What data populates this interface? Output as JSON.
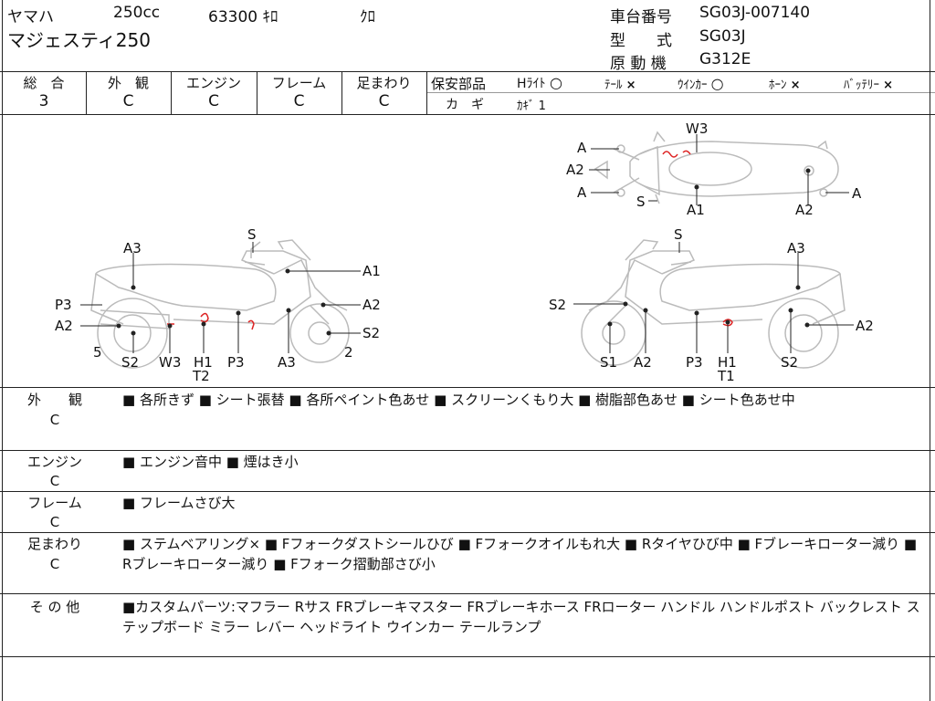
{
  "header": {
    "maker": "ヤマハ",
    "cc": "250cc",
    "mileage": "63300 ｷﾛ",
    "color": "ｸﾛ",
    "model_name": "マジェスティ250",
    "frame_no_label": "車台番号",
    "frame_no": "SG03J-007140",
    "type_label": "型　　式",
    "type": "SG03J",
    "engine_label": "原 動 機",
    "engine": "G312E"
  },
  "grades": [
    {
      "label": "総　合",
      "value": "3"
    },
    {
      "label": "外　観",
      "value": "C"
    },
    {
      "label": "エンジン",
      "value": "C"
    },
    {
      "label": "フレーム",
      "value": "C"
    },
    {
      "label": "足まわり",
      "value": "C"
    }
  ],
  "safety": {
    "label": "保安部品",
    "items": [
      {
        "name": "Hﾗｲﾄ",
        "mark": "○"
      },
      {
        "name": "ﾃｰﾙ",
        "mark": "×"
      },
      {
        "name": "ｳｲﾝｶｰ",
        "mark": "○"
      },
      {
        "name": "ﾎｰﾝ",
        "mark": "×"
      },
      {
        "name": "ﾊﾞｯﾃﾘｰ",
        "mark": "×"
      }
    ],
    "key_label": "カ　ギ",
    "key_value": "ｶｷﾞ 1"
  },
  "diagram": {
    "top_labels": {
      "w3": "W3",
      "a_tl": "A",
      "a2_l": "A2",
      "a_bl": "A",
      "s": "S",
      "a1": "A1",
      "a2_r": "A2",
      "a_r": "A"
    },
    "left_labels": {
      "s_top": "S",
      "a3": "A3",
      "a1": "A1",
      "p3_l": "P3",
      "a2_r": "A2",
      "a2_l": "A2",
      "s2_r": "S2",
      "n5": "5",
      "s2": "S2",
      "w3": "W3",
      "h1": "H1",
      "t2": "T2",
      "p3": "P3",
      "a3b": "A3",
      "n2": "2"
    },
    "right_labels": {
      "s_top": "S",
      "a3": "A3",
      "s2_l": "S2",
      "a2_r": "A2",
      "s1": "S1",
      "a2": "A2",
      "p3": "P3",
      "h1": "H1",
      "t1": "T1",
      "s2_b": "S2"
    }
  },
  "sections": [
    {
      "title": "外　　観",
      "grade": "C",
      "text": "■ 各所きず ■ シート張替 ■ 各所ペイント色あせ ■ スクリーンくもり大 ■ 樹脂部色あせ ■ シート色あせ中"
    },
    {
      "title": "エンジン",
      "grade": "C",
      "text": "■ エンジン音中 ■ 煙はき小"
    },
    {
      "title": "フレーム",
      "grade": "C",
      "text": "■ フレームさび大"
    },
    {
      "title": "足まわり",
      "grade": "C",
      "text": "■ ステムベアリング× ■ Fフォークダストシールひび ■ Fフォークオイルもれ大 ■ Rタイヤひび中 ■ Fブレーキローター減り ■ Rブレーキローター減り ■ Fフォーク摺動部さび小"
    },
    {
      "title": "そ の 他",
      "grade": "",
      "text": "■カスタムパーツ:マフラー Rサス FRブレーキマスター FRブレーキホース FRローター ハンドル ハンドルポスト バックレスト ステップボード ミラー レバー ヘッドライト ウインカー テールランプ"
    }
  ]
}
